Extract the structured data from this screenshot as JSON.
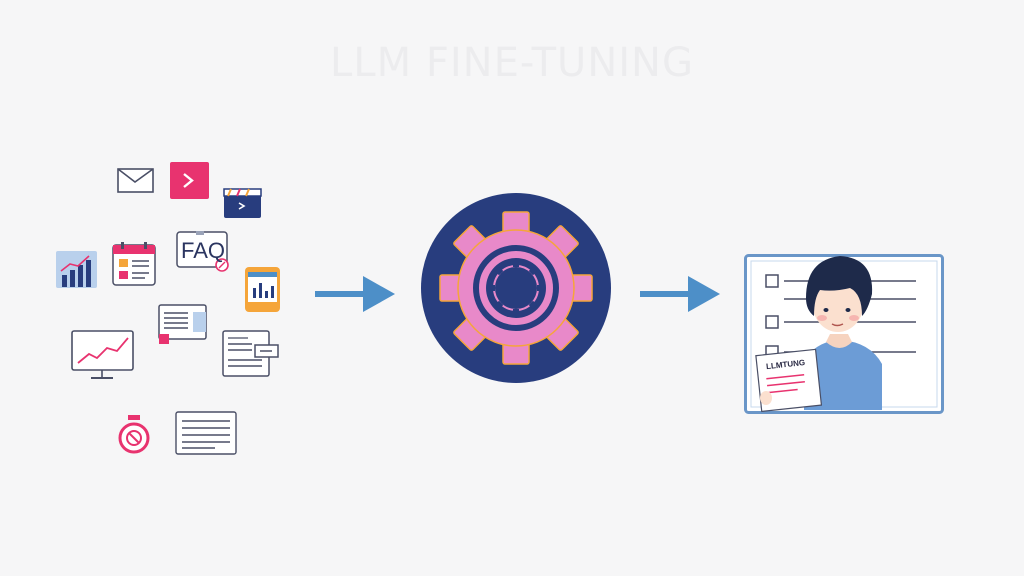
{
  "title": "LLM FINE-TUNING",
  "faq_label": "FAQ",
  "paper_label": "LLMTUNG",
  "colors": {
    "navy": "#283d7e",
    "pink": "#e889c9",
    "accent_pink": "#e8336f",
    "orange": "#f5a53a",
    "arrow": "#4d8fc8",
    "panel_border": "#6a96c8",
    "shirt": "#6c9cd6"
  },
  "icons": [
    "mail-icon",
    "terminal-icon",
    "video-icon",
    "calendar-icon",
    "faq-icon",
    "bar-chart-icon",
    "tablet-chart-icon",
    "document-icon",
    "monitor-chart-icon",
    "form-icon",
    "timer-icon",
    "text-block-icon",
    "gear-icon",
    "checklist-person-icon"
  ]
}
